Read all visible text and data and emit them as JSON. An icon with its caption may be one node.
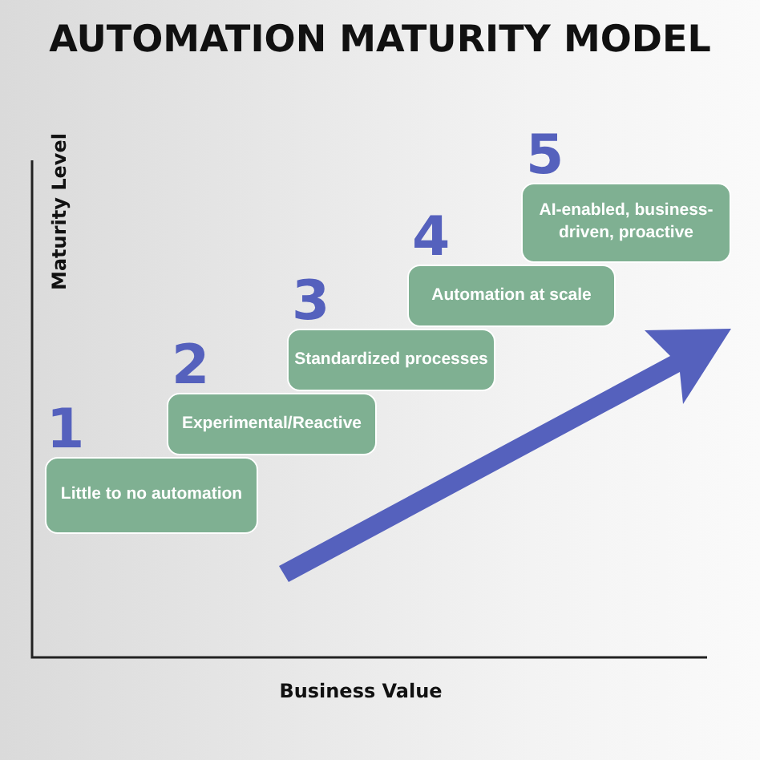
{
  "diagram": {
    "title": "AUTOMATION MATURITY MODEL",
    "nodes": [
      {
        "text": [
          "Little to no automation"
        ],
        "beside": [
          "1"
        ]
      },
      {
        "text": [
          "Experimental/Reactive"
        ],
        "beside": [
          "2"
        ]
      },
      {
        "text": [
          "Standardized processes"
        ],
        "beside": [
          "3"
        ]
      },
      {
        "text": [
          "Automation at scale"
        ],
        "beside": [
          "4"
        ]
      },
      {
        "text": [
          "AI-enabled, business-driven, proactive"
        ],
        "beside": [
          "5"
        ]
      }
    ],
    "edges": [],
    "labels": [
      "Maturity Level",
      "Business Value"
    ]
  }
}
